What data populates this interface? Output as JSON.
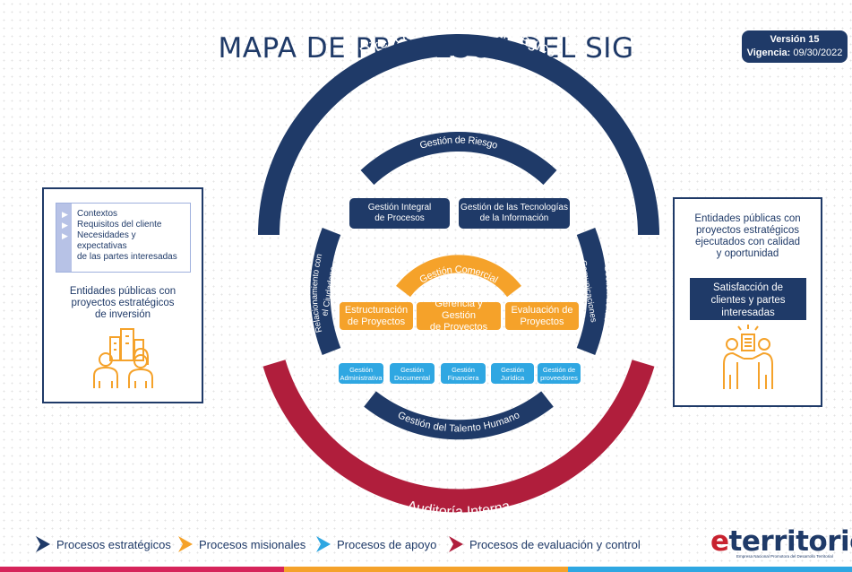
{
  "title": "MAPA DE PROCESOS DEL SIG",
  "version": {
    "label": "Versión 15",
    "validity_label": "Vigencia:",
    "validity_date": "09/30/2022"
  },
  "left_panel": {
    "bullets": [
      "Contextos",
      "Requisitos del cliente",
      "Necesidades y expectativas",
      "de las partes interesadas"
    ],
    "text_lines": [
      "Entidades públicas con",
      "proyectos estratégicos",
      "de inversión"
    ],
    "icon": "people-buildings-icon"
  },
  "right_panel": {
    "text_lines": [
      "Entidades públicas con",
      "proyectos estratégicos",
      "ejecutados con calidad",
      "y oportunidad"
    ],
    "satisfaction_lines": [
      "Satisfacción de",
      "clientes y partes",
      "interesadas"
    ],
    "icon": "handshake-people-icon"
  },
  "arcs": {
    "top": "Direccionamiento Estratégico",
    "risk": "Gestión de Riesgo",
    "left": [
      "Relacionamiento con",
      "el Ciudadano"
    ],
    "right": [
      "Gestión de las",
      "Comunicaciones"
    ],
    "commercial": "Gestión Comercial",
    "talent": "Gestión del Talento Humano",
    "audit": "Auditoría Interna"
  },
  "strategic_boxes": [
    [
      "Gestión Integral",
      "de Procesos"
    ],
    [
      "Gestión de las Tecnologías",
      "de la Información"
    ]
  ],
  "mission_boxes": [
    [
      "Estructuración",
      "de Proyectos"
    ],
    [
      "Gerencia y Gestión",
      "de Proyectos"
    ],
    [
      "Evaluación de",
      "Proyectos"
    ]
  ],
  "support_boxes": [
    [
      "Gestión",
      "Administrativa"
    ],
    [
      "Gestión",
      "Documental"
    ],
    [
      "Gestión",
      "Financiera"
    ],
    [
      "Gestión",
      "Jurídica"
    ],
    [
      "Gestión de",
      "proveedores"
    ]
  ],
  "legend": [
    {
      "label": "Procesos estratégicos",
      "color": "#1f3a68"
    },
    {
      "label": "Procesos misionales",
      "color": "#f5a22a"
    },
    {
      "label": "Procesos de apoyo",
      "color": "#2fa7e2"
    },
    {
      "label": "Procesos de evaluación y control",
      "color": "#b01e3c"
    }
  ],
  "logo": {
    "e": "e",
    "rest": "territorio",
    "subtitle": "Empresa Nacional Promotora del Desarrollo Territorial"
  },
  "colors": {
    "navy": "#1f3a68",
    "orange": "#f5a22a",
    "lightblue": "#2fa7e2",
    "red": "#b01e3c",
    "footer_pink": "#d6245a"
  }
}
